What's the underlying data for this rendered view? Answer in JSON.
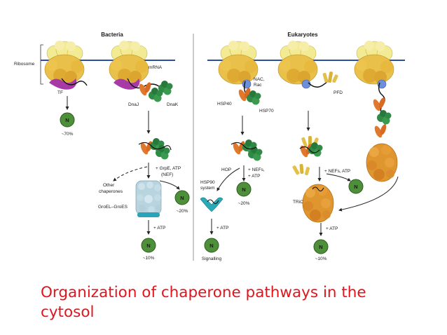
{
  "panels": {
    "bacteria": "Bacteria",
    "eukaryotes": "Eukaryotes"
  },
  "labels": {
    "ribosome": "Ribosome",
    "mrna": "mRNA",
    "tf": "TF",
    "dnaj": "DnaJ",
    "dnak": "DnaK",
    "grpe_line1": "+ GrpE, ATP",
    "grpe_line2": "(NEF)",
    "other_line1": "Other",
    "other_line2": "chaperones",
    "groel": "GroEL–GroES",
    "atp_bacteria": "+ ATP",
    "nac_line1": "NAC,",
    "nac_line2": "Rac",
    "hsp40": "HSP40",
    "hsp70": "HSP70",
    "pfd": "PFD",
    "hop": "HOP",
    "nefs_line1": "+ NEFs,",
    "nefs_line2": "+ ATP",
    "hsp90_line1": "HSP90",
    "hsp90_line2": "system",
    "nefs_atp": "+ NEFs, ATP",
    "tric": "TRiC",
    "atp_hsp90": "+ ATP",
    "atp_tric": "+ ATP",
    "signalling": "Signalling"
  },
  "native": {
    "symbol": "N",
    "p70": "~70%",
    "p20_bact": "~20%",
    "p10_bact": "~10%",
    "p20_euk": "~20%",
    "p10_euk": "~10%"
  },
  "caption": {
    "line1": "Organization of chaperone pathways in the",
    "line2": "cytosol"
  },
  "colors": {
    "ribosome": "#eed85a",
    "ribosome_small": "#f3ea94",
    "mrna": "#2e4f9e",
    "tf": "#a83aa8",
    "dnaj": "#e0792e",
    "dnak": "#2f8a45",
    "native": "#4e8f3a",
    "groel": "#b8d4df",
    "groes": "#2aa4b8",
    "hsp90": "#2aaab8",
    "tric": "#e0962f",
    "pfd": "#e3c04a",
    "nac": "#6d8ed8",
    "caption": "#e3141c",
    "divider": "#7a7a7a"
  }
}
